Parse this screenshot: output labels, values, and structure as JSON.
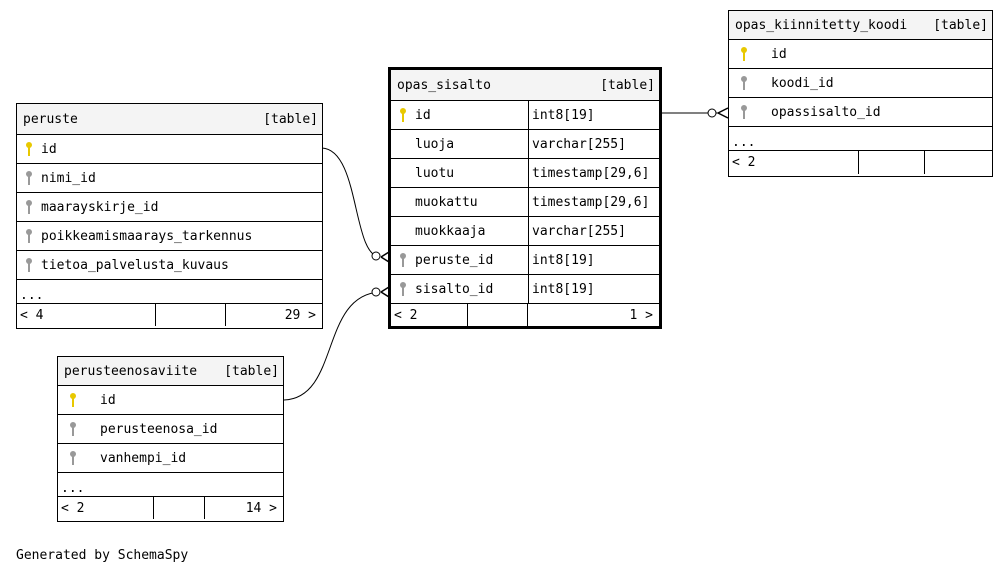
{
  "generated_by": "Generated by SchemaSpy",
  "colors": {
    "primary_key": "#e8c800",
    "foreign_key": "#999999",
    "header_bg": "#f4f4f4"
  },
  "tables": {
    "peruste": {
      "name": "peruste",
      "type": "[table]",
      "columns": [
        {
          "name": "id",
          "key": "primary"
        },
        {
          "name": "nimi_id",
          "key": "foreign"
        },
        {
          "name": "maarayskirje_id",
          "key": "foreign"
        },
        {
          "name": "poikkeamismaarays_tarkennus",
          "key": "foreign"
        },
        {
          "name": "tietoa_palvelusta_kuvaus",
          "key": "foreign"
        }
      ],
      "more": "...",
      "footer": {
        "left": "< 4",
        "right": "29 >"
      }
    },
    "opas_sisalto": {
      "name": "opas_sisalto",
      "type": "[table]",
      "columns": [
        {
          "name": "id",
          "type": "int8[19]",
          "key": "primary"
        },
        {
          "name": "luoja",
          "type": "varchar[255]",
          "key": ""
        },
        {
          "name": "luotu",
          "type": "timestamp[29,6]",
          "key": ""
        },
        {
          "name": "muokattu",
          "type": "timestamp[29,6]",
          "key": ""
        },
        {
          "name": "muokkaaja",
          "type": "varchar[255]",
          "key": ""
        },
        {
          "name": "peruste_id",
          "type": "int8[19]",
          "key": "foreign"
        },
        {
          "name": "sisalto_id",
          "type": "int8[19]",
          "key": "foreign"
        }
      ],
      "footer": {
        "left": "< 2",
        "right": "1 >"
      }
    },
    "opas_kiinnitetty_koodi": {
      "name": "opas_kiinnitetty_koodi",
      "type": "[table]",
      "columns": [
        {
          "name": "id",
          "key": "primary"
        },
        {
          "name": "koodi_id",
          "key": "foreign"
        },
        {
          "name": "opassisalto_id",
          "key": "foreign"
        }
      ],
      "more": "...",
      "footer": {
        "left": "< 2",
        "right": ""
      }
    },
    "perusteenosaviite": {
      "name": "perusteenosaviite",
      "type": "[table]",
      "columns": [
        {
          "name": "id",
          "key": "primary"
        },
        {
          "name": "perusteenosa_id",
          "key": "foreign"
        },
        {
          "name": "vanhempi_id",
          "key": "foreign"
        }
      ],
      "more": "...",
      "footer": {
        "left": "< 2",
        "right": "14 >"
      }
    }
  }
}
